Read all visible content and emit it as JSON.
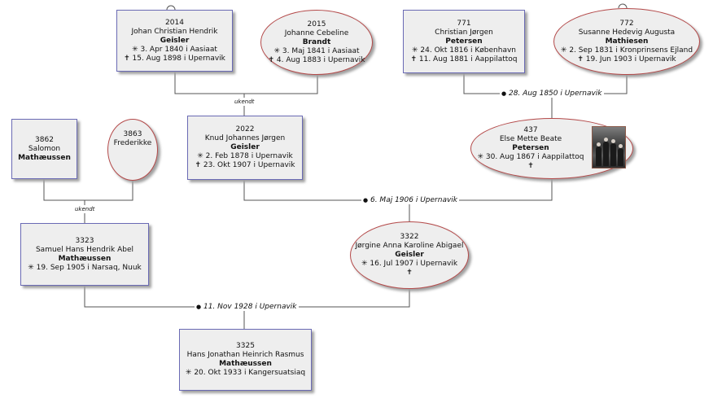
{
  "people": {
    "p2014": {
      "id": "2014",
      "given": "Johan Christian Hendrik",
      "surname": "Geisler",
      "birth": "✳ 3. Apr 1840 i  Aasiaat",
      "death": "✝ 15. Aug 1898 i  Upernavik"
    },
    "p2015": {
      "id": "2015",
      "given": "Johanne Cebeline",
      "surname": "Brandt",
      "birth": "✳ 3. Maj 1841 i  Aasiaat",
      "death": "✝ 4. Aug 1883 i  Upernavik"
    },
    "p771": {
      "id": "771",
      "given": "Christian Jørgen",
      "surname": "Petersen",
      "birth": "✳ 24. Okt 1816 i  København",
      "death": "✝ 11. Aug 1881 i  Aappilattoq"
    },
    "p772": {
      "id": "772",
      "given": "Susanne Hedevig Augusta",
      "surname": "Mathiesen",
      "birth": "✳ 2. Sep 1831 i  Kronprinsens Ejland",
      "death": "✝ 19. Jun 1903 i  Upernavik"
    },
    "p3862": {
      "id": "3862",
      "given": "Salomon",
      "surname": "Mathæussen"
    },
    "p3863": {
      "id": "3863",
      "given": "Frederikke"
    },
    "p2022": {
      "id": "2022",
      "given": "Knud Johannes Jørgen",
      "surname": "Geisler",
      "birth": "✳ 2. Feb 1878 i  Upernavik",
      "death": "✝ 23. Okt 1907 i  Upernavik"
    },
    "p437": {
      "id": "437",
      "given": "Else Mette Beate",
      "surname": "Petersen",
      "birth": "✳ 30. Aug 1867 i  Aappilattoq",
      "death": "✝"
    },
    "p3323": {
      "id": "3323",
      "given": "Samuel Hans Hendrik Abel",
      "surname": "Mathæussen",
      "birth": "✳ 19. Sep 1905 i  Narsaq, Nuuk"
    },
    "p3322": {
      "id": "3322",
      "given": "Jørgine Anna Karoline Abigael",
      "surname": "Geisler",
      "birth": "✳ 16. Jul 1907 i  Upernavik",
      "death": "✝"
    },
    "p3325": {
      "id": "3325",
      "given": "Hans Jonathan Heinrich Rasmus",
      "surname": "Mathæussen",
      "birth": "✳ 20. Okt 1933 i  Kangersuatsiaq"
    }
  },
  "unions": {
    "u1": {
      "label": "ukendt"
    },
    "u2": {
      "dot": "●",
      "label": "28. Aug 1850 i  Upernavik"
    },
    "u3": {
      "label": "ukendt"
    },
    "u4": {
      "dot": "●",
      "label": "6. Maj 1906 i  Upernavik"
    },
    "u5": {
      "dot": "●",
      "label": "11. Nov 1928 i  Upernavik"
    }
  },
  "colors": {
    "male_border": "#6a6ab4",
    "female_border": "#b44a4a",
    "box_fill": "#eeeeee",
    "line": "#555555"
  }
}
